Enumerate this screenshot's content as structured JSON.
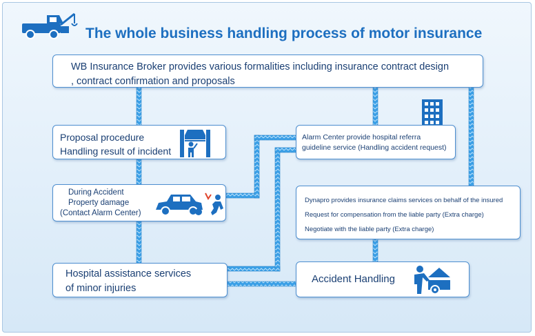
{
  "title": "The whole business handling process of motor insurance",
  "colors": {
    "accent": "#1d6fc0",
    "connector": "#3a9fe6",
    "box_border": "#4d8ecf",
    "text": "#1a3f73"
  },
  "boxes": {
    "broker": {
      "line1": "WB Insurance Broker provides various formalities including insurance contract design",
      "line2": ", contract confirmation and proposals"
    },
    "proposal": {
      "line1": "Proposal procedure",
      "line2": "Handling result of incident"
    },
    "accident": {
      "line1": "During Accident",
      "line2": "Property damage",
      "line3": "(Contact Alarm Center)"
    },
    "hospital": {
      "line1": "Hospital assistance services",
      "line2": "of minor injuries"
    },
    "alarm": {
      "line1": "Alarm Center provide hospital referra",
      "line2": "guideline service (Handling accident request)"
    },
    "dynapro": {
      "line1": "Dynapro  provides insurance claims services on behalf of the insured",
      "line2": "Request for compensation from the liable party (Extra charge)",
      "line3": "Negotiate with the liable party (Extra charge)"
    },
    "handling": {
      "line1": "Accident Handling"
    }
  },
  "icons": [
    "tow-truck-icon",
    "car-lift-mechanic-icon",
    "car-collision-icon",
    "office-building-icon",
    "mechanic-repair-icon"
  ]
}
